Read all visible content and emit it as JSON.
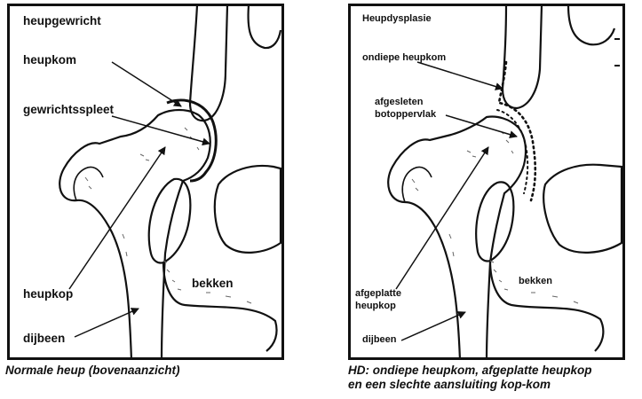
{
  "left_panel": {
    "title": "heupgewricht",
    "labels": {
      "heupkom": "heupkom",
      "gewrichtsspleet": "gewrichtsspleet",
      "heupkop": "heupkop",
      "bekken": "bekken",
      "dijbeen": "dijbeen"
    },
    "caption": "Normale heup (bovenaanzicht)"
  },
  "right_panel": {
    "title": "Heupdysplasie",
    "labels": {
      "ondiepe_heupkom": "ondiepe heupkom",
      "afgesleten_line1": "afgesleten",
      "afgesleten_line2": "botoppervlak",
      "afgeplatte_line1": "afgeplatte",
      "afgeplatte_line2": "heupkop",
      "bekken": "bekken",
      "dijbeen": "dijbeen"
    },
    "caption_line1": "HD: ondiepe heupkom, afgeplatte heupkop",
    "caption_line2": "en een slechte aansluiting kop-kom"
  }
}
